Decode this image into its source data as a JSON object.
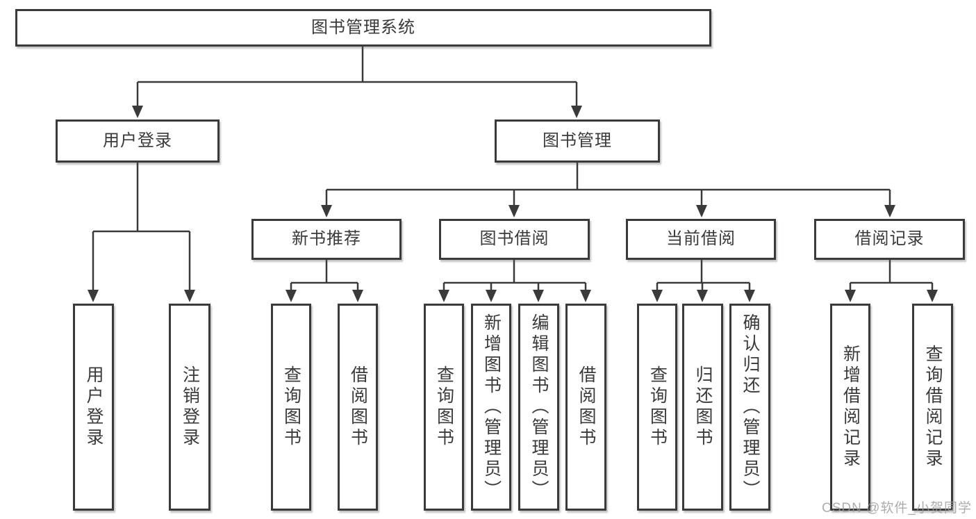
{
  "tree": {
    "root": "图书管理系统",
    "branches": [
      {
        "label": "用户登录",
        "children": [
          "用户登录",
          "注销登录"
        ]
      },
      {
        "label": "图书管理",
        "groups": [
          {
            "label": "新书推荐",
            "children": [
              "查询图书",
              "借阅图书"
            ]
          },
          {
            "label": "图书借阅",
            "children": [
              "查询图书",
              "新增图书（管理员）",
              "编辑图书（管理员）",
              "借阅图书"
            ]
          },
          {
            "label": "当前借阅",
            "children": [
              "查询图书",
              "归还图书",
              "确认归还（管理员）"
            ]
          },
          {
            "label": "借阅记录",
            "children": [
              "新增借阅记录",
              "查询借阅记录"
            ]
          }
        ]
      }
    ]
  },
  "watermark": "CSDN @软件_小贺同学",
  "colors": {
    "line": "#3a3a3a",
    "text": "#3a3a3a",
    "background": "#ffffff",
    "watermark": "#9b9b9b"
  }
}
